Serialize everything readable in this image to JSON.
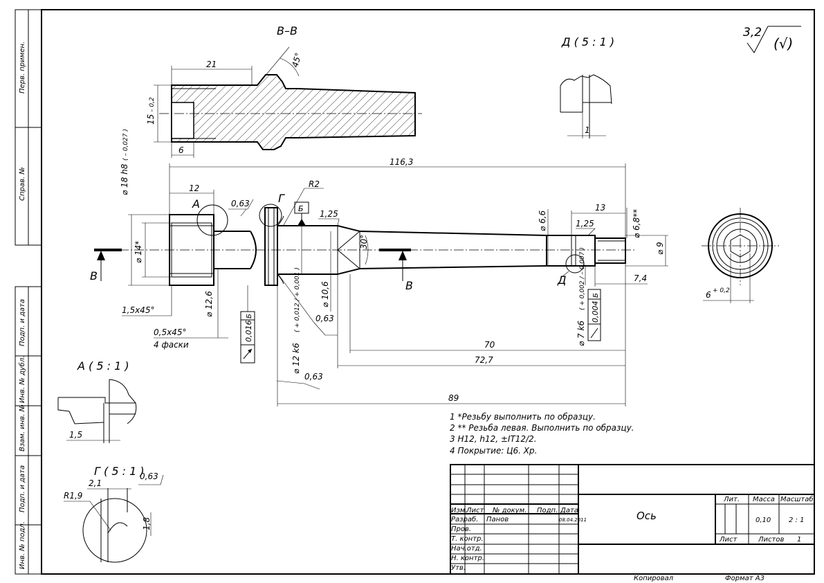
{
  "side_stamp": {
    "perv_primen": "Перв. примен.",
    "sprav_no": "Справ. №",
    "podp_data_1": "Подп. и дата",
    "inv_dubl": "Инв. № дубл.",
    "vzam_inv": "Взам. инв. №",
    "podp_data_2": "Подп. и дата",
    "inv_podl": "Инв. № подл."
  },
  "roughness": {
    "value": "3,2",
    "suffix": "(√)"
  },
  "section_vv": {
    "title": "В–В",
    "dim_21": "21",
    "dim_15": "15",
    "dim_15_tol": "– 0,2",
    "dim_6": "6",
    "angle": "45°"
  },
  "view_d": {
    "title": "Д ( 5 : 1 )",
    "dim_1": "1"
  },
  "view_a": {
    "title": "А ( 5 : 1 )",
    "dim_15": "1,5"
  },
  "view_g": {
    "title": "Г ( 5 : 1 )",
    "dim_21": "2,1",
    "rough": "0,63",
    "r19": "R1,9",
    "dim_18": "1,8"
  },
  "main": {
    "len_total": "116,3",
    "dim_12": "12",
    "rough_063_a": "0,63",
    "r2": "R2",
    "label_a": "А",
    "label_g": "Г",
    "datum_b": "Б",
    "chamfer_125a": "1,25",
    "dia18": "⌀ 18 h8",
    "dia18_tol": "( – 0,027 )",
    "dia14": "⌀ 14*",
    "dia126": "⌀ 12,6",
    "chamfer_15": "1,5х45°",
    "chamfer_05": "0,5х45°",
    "facets": "4 фаски",
    "runout1": "0,016",
    "runout1_base": "Б",
    "angle30": "30°",
    "dia106": "⌀ 10,6",
    "rough_063_b": "0,63",
    "dia12k6": "⌀ 12 k6",
    "dia12k6_tol": "( + 0,012 / + 0,001 )",
    "rough_063_c": "0,63",
    "section_b_left": "В",
    "section_b_right": "В",
    "dim_70": "70",
    "dim_727": "72,7",
    "dim_89": "89",
    "dia66": "⌀ 6,6",
    "dim_13": "13",
    "dia68": "⌀ 6,8**",
    "chamfer_125b": "1,25",
    "dia9": "⌀ 9",
    "dim_74": "7,4",
    "label_d": "Д",
    "dia7k6": "⌀ 7 k6",
    "dia7k6_tol": "( + 0,002 / – 0,007 )",
    "runout2": "0,004",
    "runout2_base": "Б",
    "hex_6": "6",
    "hex_6_tol": "+ 0,2"
  },
  "notes": [
    "1 *Резьбу выполнить по образцу.",
    "2 ** Резьба левая. Выполнить по образцу.",
    "3 H12, h12, ±IT12/2.",
    "4 Покрытие: Ц6. Хр."
  ],
  "title_block": {
    "izm": "Изм.",
    "list": "Лист",
    "dokum": "№ докум.",
    "podp": "Подп.",
    "data": "Дата",
    "razrab": "Разраб.",
    "razrab_name": "Панов",
    "razrab_date": "08.04.2011",
    "prov": "Пров.",
    "tkontr": "Т. контр.",
    "nachotd": "Нач.отд.",
    "nkontr": "Н. контр.",
    "utv": "Утв.",
    "name": "Ось",
    "lit": "Лит.",
    "massa": "Масса",
    "masshtab": "Масштаб",
    "massa_val": "0,10",
    "masshtab_val": "2 : 1",
    "list2": "Лист",
    "listov": "Листов",
    "listov_val": "1",
    "kopiroval": "Копировал",
    "format": "Формат А3"
  }
}
